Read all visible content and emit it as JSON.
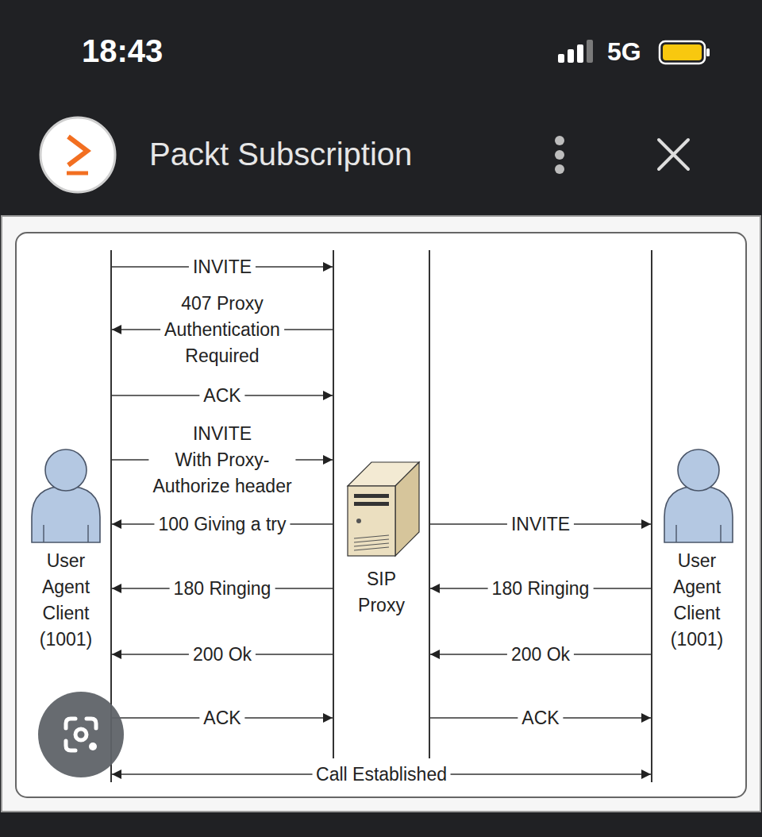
{
  "diagram": {
    "nodes": [
      {
        "text": [
          "User Agent Client (1001)"
        ]
      },
      {
        "text": [
          "SIP Proxy"
        ]
      },
      {
        "text": [
          "User Agent Client (1001)"
        ]
      }
    ],
    "edges": [
      {
        "from": 0,
        "to": 1,
        "arrow": "to",
        "label": "INVITE"
      },
      {
        "from": 1,
        "to": 0,
        "arrow": "to",
        "label": "407 Proxy Authentication Required"
      },
      {
        "from": 0,
        "to": 1,
        "arrow": "to",
        "label": "ACK"
      },
      {
        "from": 0,
        "to": 1,
        "arrow": "to",
        "label": "INVITE With Proxy- Authorize header"
      },
      {
        "from": 1,
        "to": 0,
        "arrow": "to",
        "label": "100 Giving a try"
      },
      {
        "from": 1,
        "to": 0,
        "arrow": "to",
        "label": "180 Ringing"
      },
      {
        "from": 1,
        "to": 0,
        "arrow": "to",
        "label": "200 Ok"
      },
      {
        "from": 0,
        "to": 1,
        "arrow": "to",
        "label": "ACK"
      },
      {
        "from": 1,
        "to": 2,
        "arrow": "to",
        "label": "INVITE"
      },
      {
        "from": 2,
        "to": 1,
        "arrow": "to",
        "label": "180 Ringing"
      },
      {
        "from": 2,
        "to": 1,
        "arrow": "to",
        "label": "200 Ok"
      },
      {
        "from": 1,
        "to": 2,
        "arrow": "to",
        "label": "ACK"
      },
      {
        "from": 0,
        "to": 2,
        "arrow": "both",
        "label": "Call Established"
      }
    ],
    "labels": [
      "18:43",
      "5G",
      "Packt Subscription"
    ]
  }
}
